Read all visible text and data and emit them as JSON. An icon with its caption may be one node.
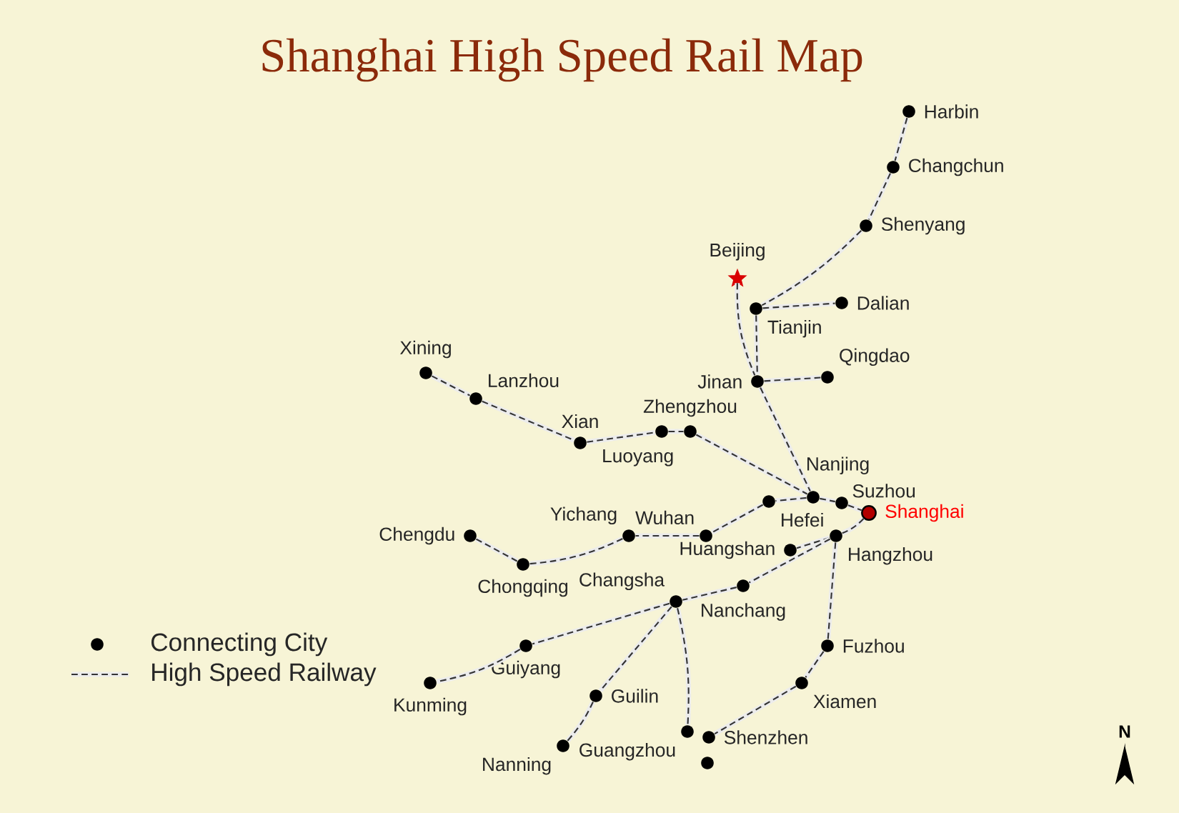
{
  "diagram": {
    "title": "Shanghai High Speed Rail Map",
    "nodes": [
      {
        "text": [
          "Harbin"
        ]
      },
      {
        "text": [
          "Changchun"
        ]
      },
      {
        "text": [
          "Shenyang"
        ]
      },
      {
        "text": [
          "Beijing"
        ]
      },
      {
        "text": [
          "Tianjin"
        ]
      },
      {
        "text": [
          "Dalian"
        ]
      },
      {
        "text": [
          "Qingdao"
        ]
      },
      {
        "text": [
          "Jinan"
        ]
      },
      {
        "text": [
          "Xining"
        ]
      },
      {
        "text": [
          "Lanzhou"
        ]
      },
      {
        "text": [
          "Xian"
        ]
      },
      {
        "text": [
          "Luoyang"
        ]
      },
      {
        "text": [
          "Zhengzhou"
        ]
      },
      {
        "text": [
          "Nanjing"
        ]
      },
      {
        "text": [
          "Suzhou"
        ]
      },
      {
        "text": [
          "Shanghai"
        ]
      },
      {
        "text": [
          "Hefei"
        ]
      },
      {
        "text": [
          "Wuhan"
        ]
      },
      {
        "text": [
          "Yichang"
        ]
      },
      {
        "text": [
          "Chengdu"
        ]
      },
      {
        "text": [
          "Chongqing"
        ]
      },
      {
        "text": [
          "Hangzhou"
        ]
      },
      {
        "text": [
          "Huangshan"
        ]
      },
      {
        "text": [
          "Changsha"
        ]
      },
      {
        "text": [
          "Nanchang"
        ]
      },
      {
        "text": [
          "Fuzhou"
        ]
      },
      {
        "text": [
          "Guiyang"
        ]
      },
      {
        "text": [
          "Kunming"
        ]
      },
      {
        "text": [
          "Guilin"
        ]
      },
      {
        "text": [
          "Xiamen"
        ]
      },
      {
        "text": [
          "Nanning"
        ]
      },
      {
        "text": [
          "Guangzhou"
        ]
      },
      {
        "text": [
          "Shenzhen"
        ]
      },
      {
        "text": [],
        "shape": "circle"
      }
    ],
    "edges": [
      {
        "from": 0,
        "to": 1,
        "arrow": "none"
      },
      {
        "from": 1,
        "to": 2,
        "arrow": "none"
      },
      {
        "from": 2,
        "to": 4,
        "arrow": "none"
      },
      {
        "from": 4,
        "to": 5,
        "arrow": "none"
      },
      {
        "from": 4,
        "to": 7,
        "arrow": "none"
      },
      {
        "from": 3,
        "to": 7,
        "arrow": "none"
      },
      {
        "from": 7,
        "to": 6,
        "arrow": "none"
      },
      {
        "from": 7,
        "to": 13,
        "arrow": "none"
      },
      {
        "from": 8,
        "to": 9,
        "arrow": "none"
      },
      {
        "from": 9,
        "to": 10,
        "arrow": "none"
      },
      {
        "from": 10,
        "to": 11,
        "arrow": "none"
      },
      {
        "from": 11,
        "to": 12,
        "arrow": "none"
      },
      {
        "from": 12,
        "to": 13,
        "arrow": "none"
      },
      {
        "from": 13,
        "to": 14,
        "arrow": "none"
      },
      {
        "from": 14,
        "to": 15,
        "arrow": "none"
      },
      {
        "from": 13,
        "to": 16,
        "arrow": "none"
      },
      {
        "from": 16,
        "to": 17,
        "arrow": "none"
      },
      {
        "from": 17,
        "to": 18,
        "arrow": "none"
      },
      {
        "from": 18,
        "to": 20,
        "arrow": "none"
      },
      {
        "from": 20,
        "to": 19,
        "arrow": "none"
      },
      {
        "from": 15,
        "to": 21,
        "arrow": "none"
      },
      {
        "from": 21,
        "to": 22,
        "arrow": "none"
      },
      {
        "from": 21,
        "to": 24,
        "arrow": "none"
      },
      {
        "from": 24,
        "to": 23,
        "arrow": "none"
      },
      {
        "from": 23,
        "to": 26,
        "arrow": "none"
      },
      {
        "from": 26,
        "to": 27,
        "arrow": "none"
      },
      {
        "from": 23,
        "to": 28,
        "arrow": "none"
      },
      {
        "from": 28,
        "to": 30,
        "arrow": "none"
      },
      {
        "from": 23,
        "to": 31,
        "arrow": "none"
      },
      {
        "from": 21,
        "to": 25,
        "arrow": "none"
      },
      {
        "from": 25,
        "to": 29,
        "arrow": "none"
      },
      {
        "from": 29,
        "to": 32,
        "arrow": "none"
      }
    ],
    "labels": [
      "N"
    ],
    "legend": [
      {
        "text": "Connecting City"
      },
      {
        "text": "High Speed Railway"
      }
    ]
  }
}
